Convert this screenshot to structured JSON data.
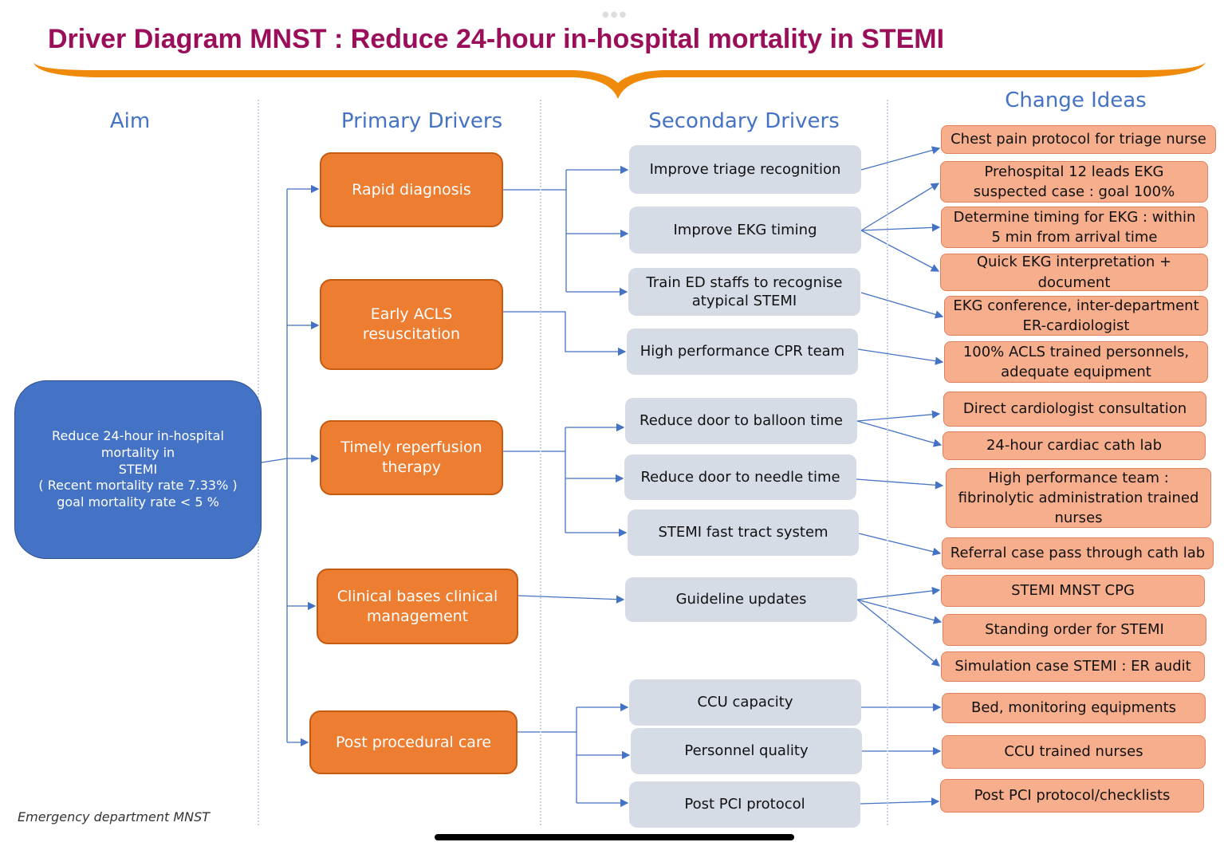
{
  "title": "Driver Diagram MNST  : Reduce 24-hour in-hospital mortality in STEMI",
  "headers": {
    "aim": "Aim",
    "primary": "Primary Drivers",
    "secondary": "Secondary Drivers",
    "change": "Change Ideas"
  },
  "aim": {
    "line1": "Reduce  24-hour  in-hospital",
    "line2": "mortality in",
    "line3": "STEMI",
    "line4": "( Recent mortality rate 7.33% )",
    "line5": "goal mortality rate  < 5 %"
  },
  "primary": [
    "Rapid diagnosis",
    "Early ACLS resuscitation",
    "Timely reperfusion therapy",
    "Clinical bases clinical management",
    "Post procedural care"
  ],
  "secondary": [
    "Improve triage recognition",
    "Improve EKG timing",
    "Train ED staffs to recognise atypical STEMI",
    "High performance CPR team",
    "Reduce door to balloon time",
    "Reduce  door to needle time",
    "STEMI fast tract system",
    "Guideline updates",
    "CCU capacity",
    "Personnel quality",
    "Post PCI protocol"
  ],
  "change": [
    "Chest pain protocol for triage nurse",
    "Prehospital 12 leads EKG suspected case : goal 100%",
    "Determine timing for EKG : within 5 min from arrival time",
    "Quick EKG interpretation + document",
    "EKG conference, inter-department ER-cardiologist",
    "100% ACLS trained personnels, adequate equipment",
    "Direct cardiologist consultation",
    "24-hour cardiac cath lab",
    "High performance team : fibrinolytic administration trained nurses",
    "Referral case pass through cath lab",
    "STEMI MNST CPG",
    "Standing order for STEMI",
    "Simulation case STEMI : ER audit",
    "Bed, monitoring equipments",
    "CCU trained nurses",
    "Post PCI protocol/checklists"
  ],
  "footer": "Emergency department MNST",
  "colors": {
    "title": "#9B0F5A",
    "brace": "#F08A0C",
    "aim": "#4472C4",
    "primary": "#ED7D31",
    "secondary": "#D6DCE5",
    "change": "#F6AE8C",
    "connector": "#4472C4"
  }
}
